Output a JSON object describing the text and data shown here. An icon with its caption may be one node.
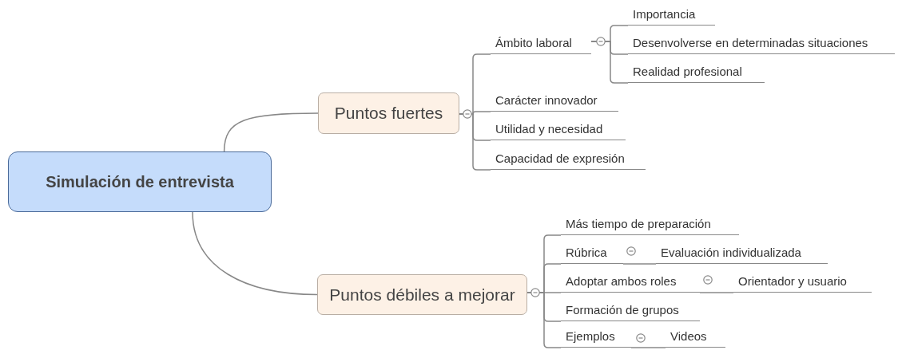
{
  "diagram": {
    "nodes": [
      {
        "text": [
          "Simulación de entrevista"
        ]
      },
      {
        "text": [
          "Puntos fuertes"
        ]
      },
      {
        "text": [
          "Ámbito laboral"
        ]
      },
      {
        "text": [
          "Importancia"
        ]
      },
      {
        "text": [
          "Desenvolverse en determinadas situaciones"
        ]
      },
      {
        "text": [
          "Realidad profesional"
        ]
      },
      {
        "text": [
          "Carácter innovador"
        ]
      },
      {
        "text": [
          "Utilidad y necesidad"
        ]
      },
      {
        "text": [
          "Capacidad de expresión"
        ]
      },
      {
        "text": [
          "Puntos débiles a mejorar"
        ]
      },
      {
        "text": [
          "Más tiempo de preparación"
        ]
      },
      {
        "text": [
          "Rúbrica"
        ]
      },
      {
        "text": [
          "Evaluación individualizada"
        ]
      },
      {
        "text": [
          "Adoptar ambos roles"
        ]
      },
      {
        "text": [
          "Orientador y usuario"
        ]
      },
      {
        "text": [
          "Formación de grupos"
        ]
      },
      {
        "text": [
          "Ejemplos"
        ]
      },
      {
        "text": [
          "Videos"
        ]
      }
    ],
    "edges": [
      {
        "from": 0,
        "to": 1,
        "arrow": "none"
      },
      {
        "from": 1,
        "to": 2,
        "arrow": "none"
      },
      {
        "from": 2,
        "to": 3,
        "arrow": "none"
      },
      {
        "from": 2,
        "to": 4,
        "arrow": "none"
      },
      {
        "from": 2,
        "to": 5,
        "arrow": "none"
      },
      {
        "from": 1,
        "to": 6,
        "arrow": "none"
      },
      {
        "from": 1,
        "to": 7,
        "arrow": "none"
      },
      {
        "from": 1,
        "to": 8,
        "arrow": "none"
      },
      {
        "from": 0,
        "to": 9,
        "arrow": "none"
      },
      {
        "from": 9,
        "to": 10,
        "arrow": "none"
      },
      {
        "from": 9,
        "to": 11,
        "arrow": "none"
      },
      {
        "from": 11,
        "to": 12,
        "arrow": "none"
      },
      {
        "from": 9,
        "to": 13,
        "arrow": "none"
      },
      {
        "from": 13,
        "to": 14,
        "arrow": "none"
      },
      {
        "from": 9,
        "to": 15,
        "arrow": "none"
      },
      {
        "from": 9,
        "to": 16,
        "arrow": "none"
      },
      {
        "from": 16,
        "to": 17,
        "arrow": "none"
      }
    ]
  }
}
